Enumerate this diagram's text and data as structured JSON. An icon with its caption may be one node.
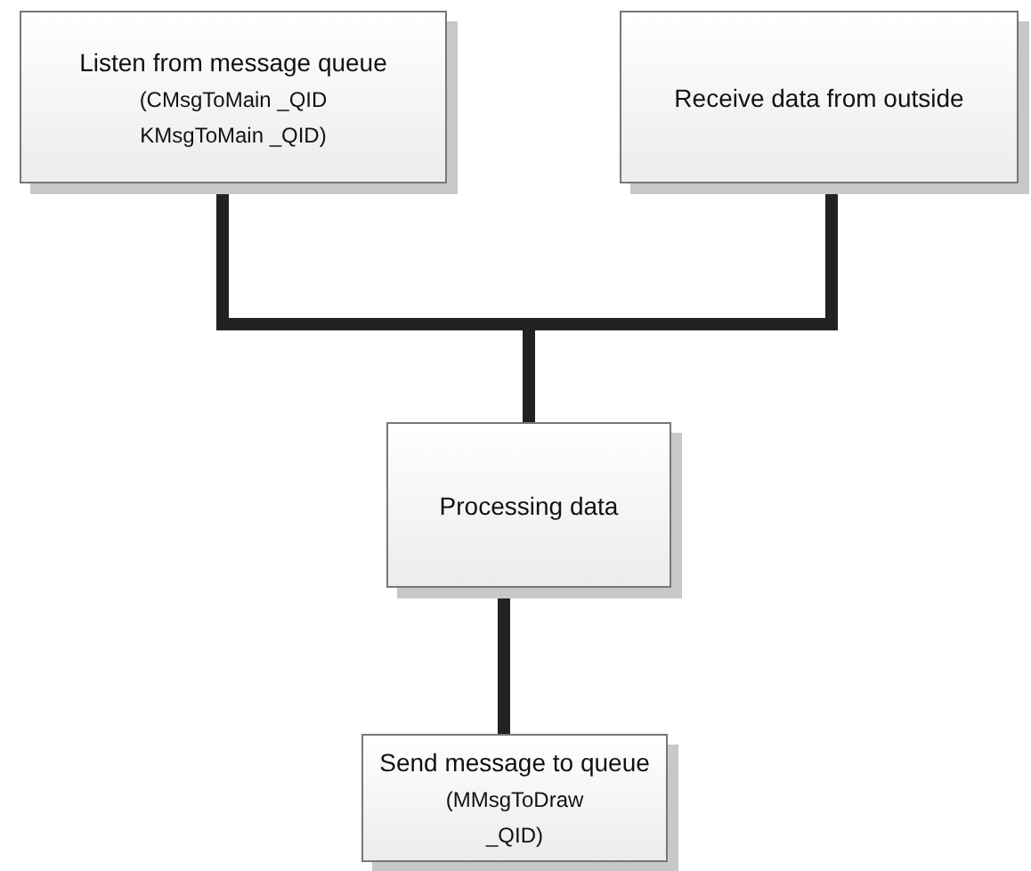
{
  "diagram": {
    "nodes": [
      {
        "text": [
          "Listen from message queue",
          "(CMsgToMain _QID KMsgToMain _QID)"
        ]
      },
      {
        "text": [
          "Receive data from outside"
        ]
      },
      {
        "text": [
          "Processing data"
        ]
      },
      {
        "text": [
          "Send message to queue",
          "(MMsgToDraw _QID)"
        ]
      }
    ],
    "edges": [
      {
        "from": 0,
        "to": 2,
        "arrow": "none"
      },
      {
        "from": 1,
        "to": 2,
        "arrow": "none"
      },
      {
        "from": 2,
        "to": 3,
        "arrow": "none"
      }
    ]
  }
}
